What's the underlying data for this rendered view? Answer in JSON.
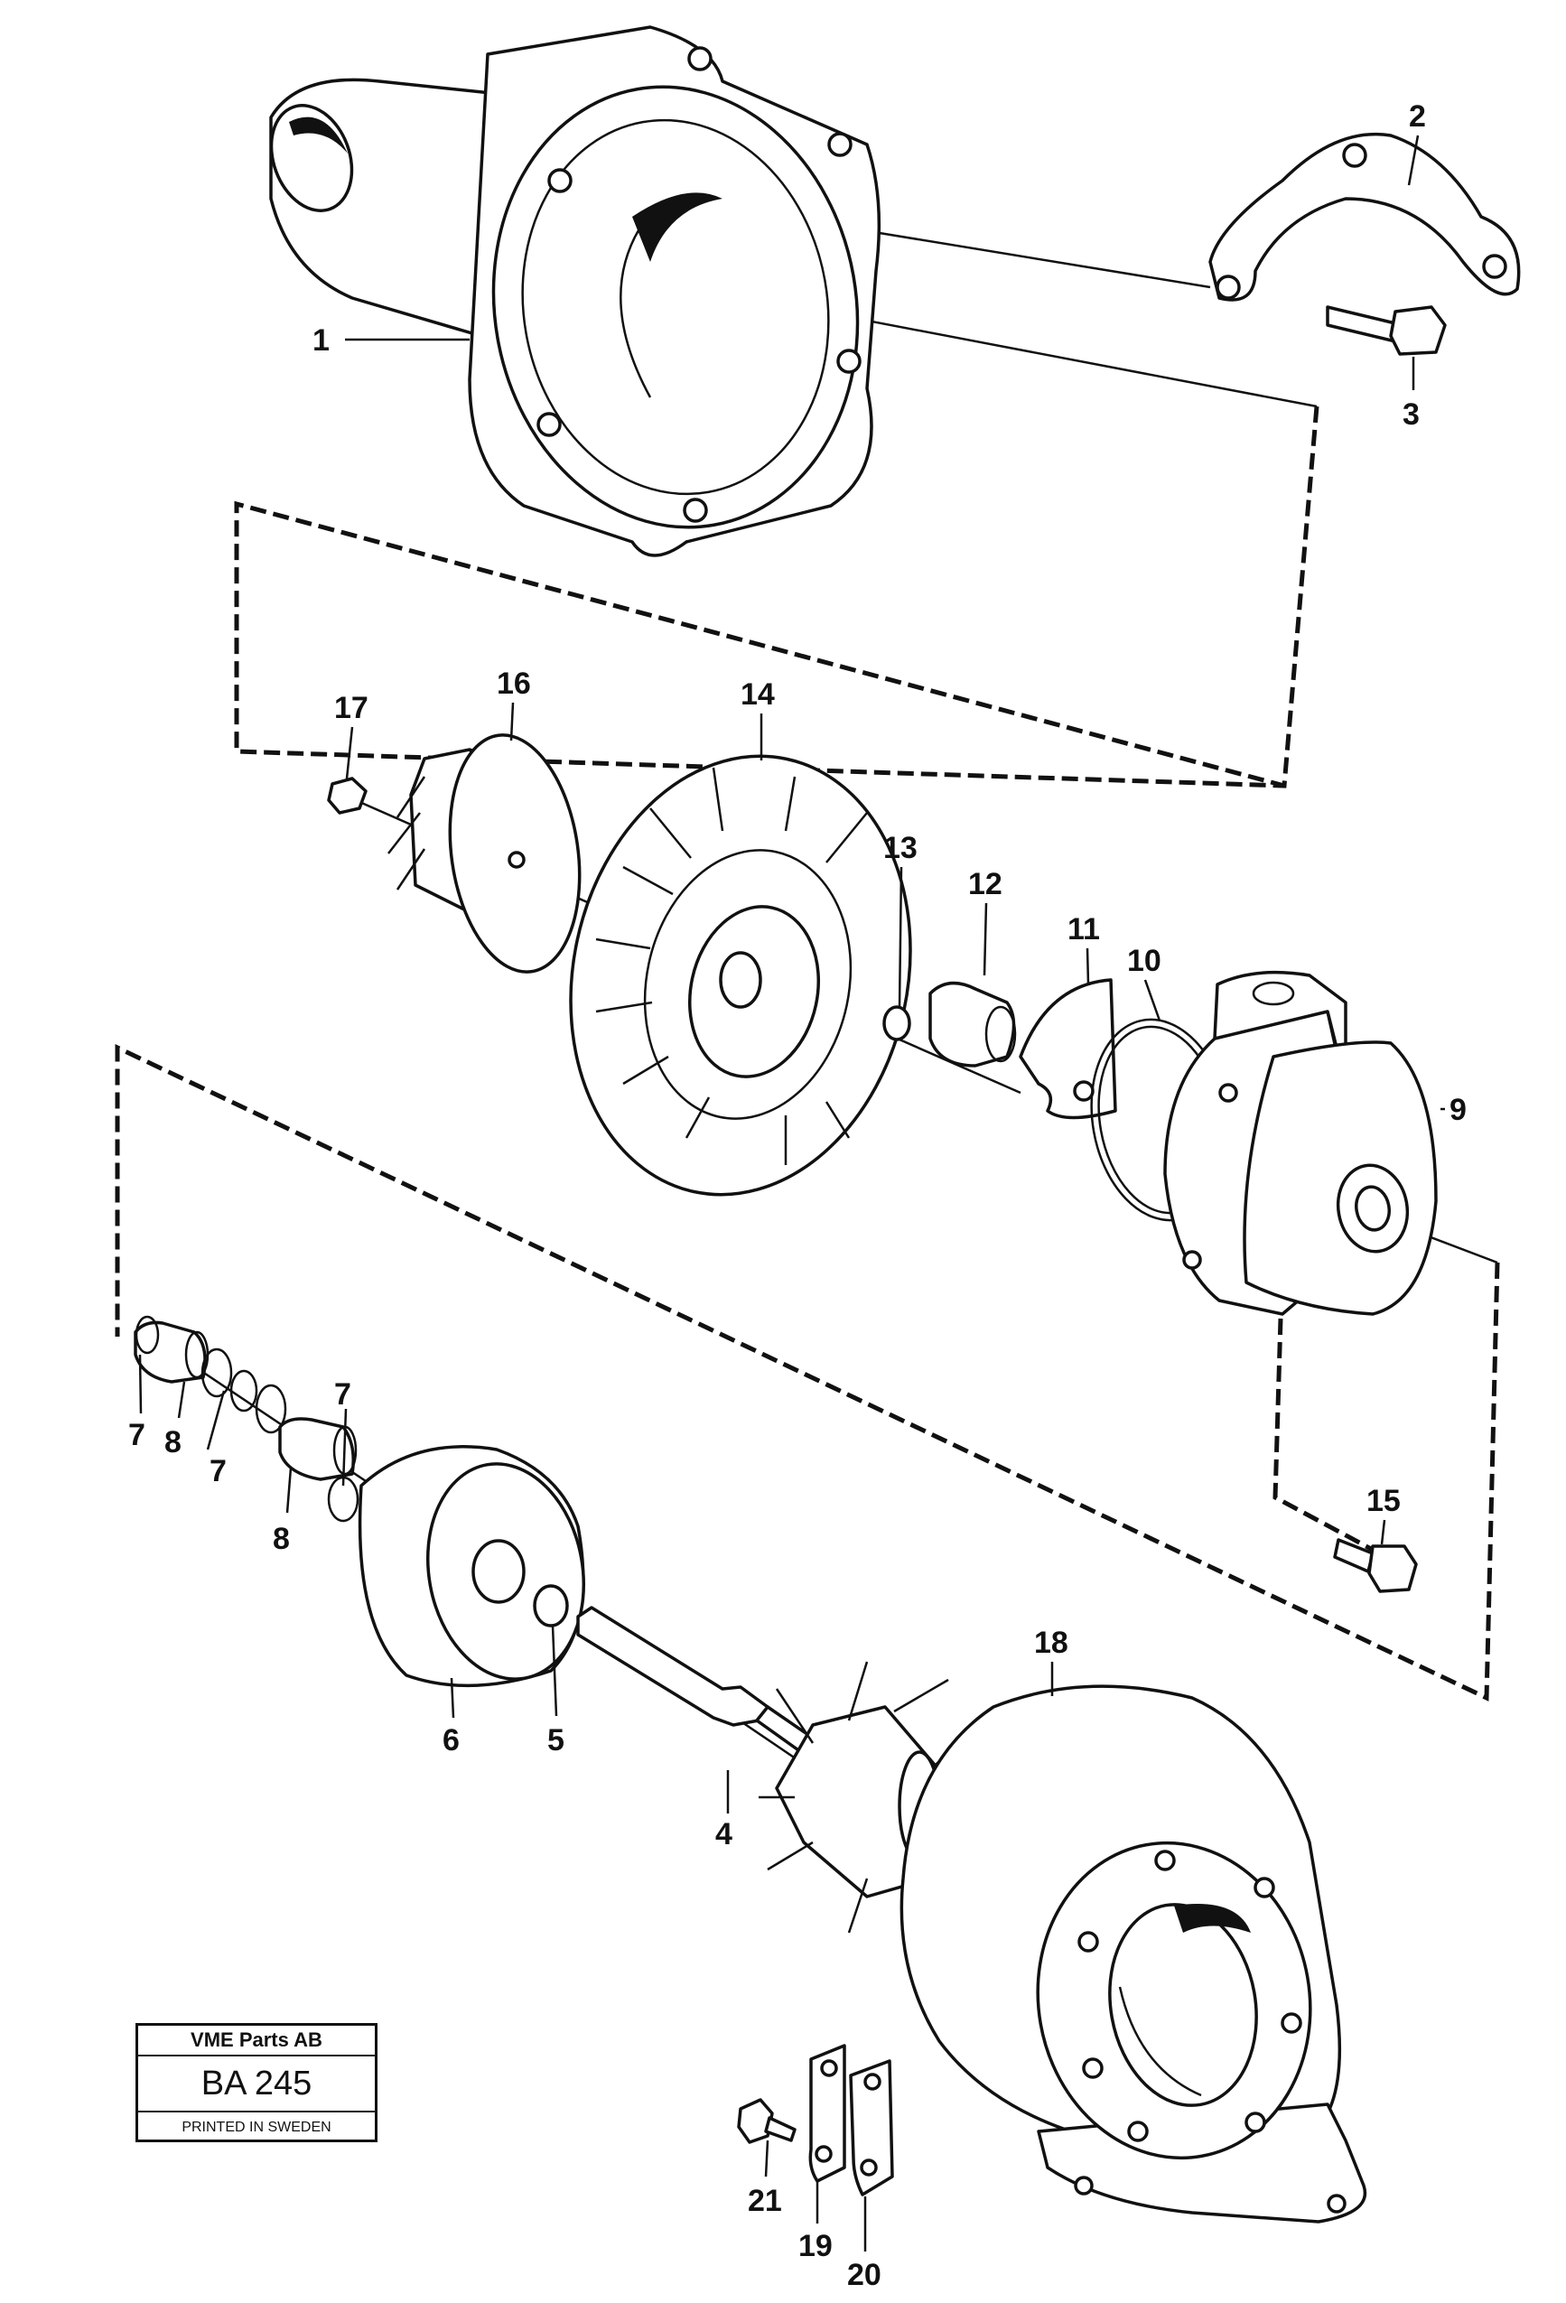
{
  "callouts": {
    "c1": "1",
    "c2": "2",
    "c3": "3",
    "c4": "4",
    "c5": "5",
    "c6": "6",
    "c7a": "7",
    "c7b": "7",
    "c7c": "7",
    "c8a": "8",
    "c8b": "8",
    "c9": "9",
    "c10": "10",
    "c11": "11",
    "c12": "12",
    "c13": "13",
    "c14": "14",
    "c15": "15",
    "c16": "16",
    "c17": "17",
    "c18": "18",
    "c19": "19",
    "c20": "20",
    "c21": "21"
  },
  "stamp": {
    "company": "VME Parts AB",
    "code": "BA 245",
    "printed": "PRINTED IN SWEDEN"
  }
}
